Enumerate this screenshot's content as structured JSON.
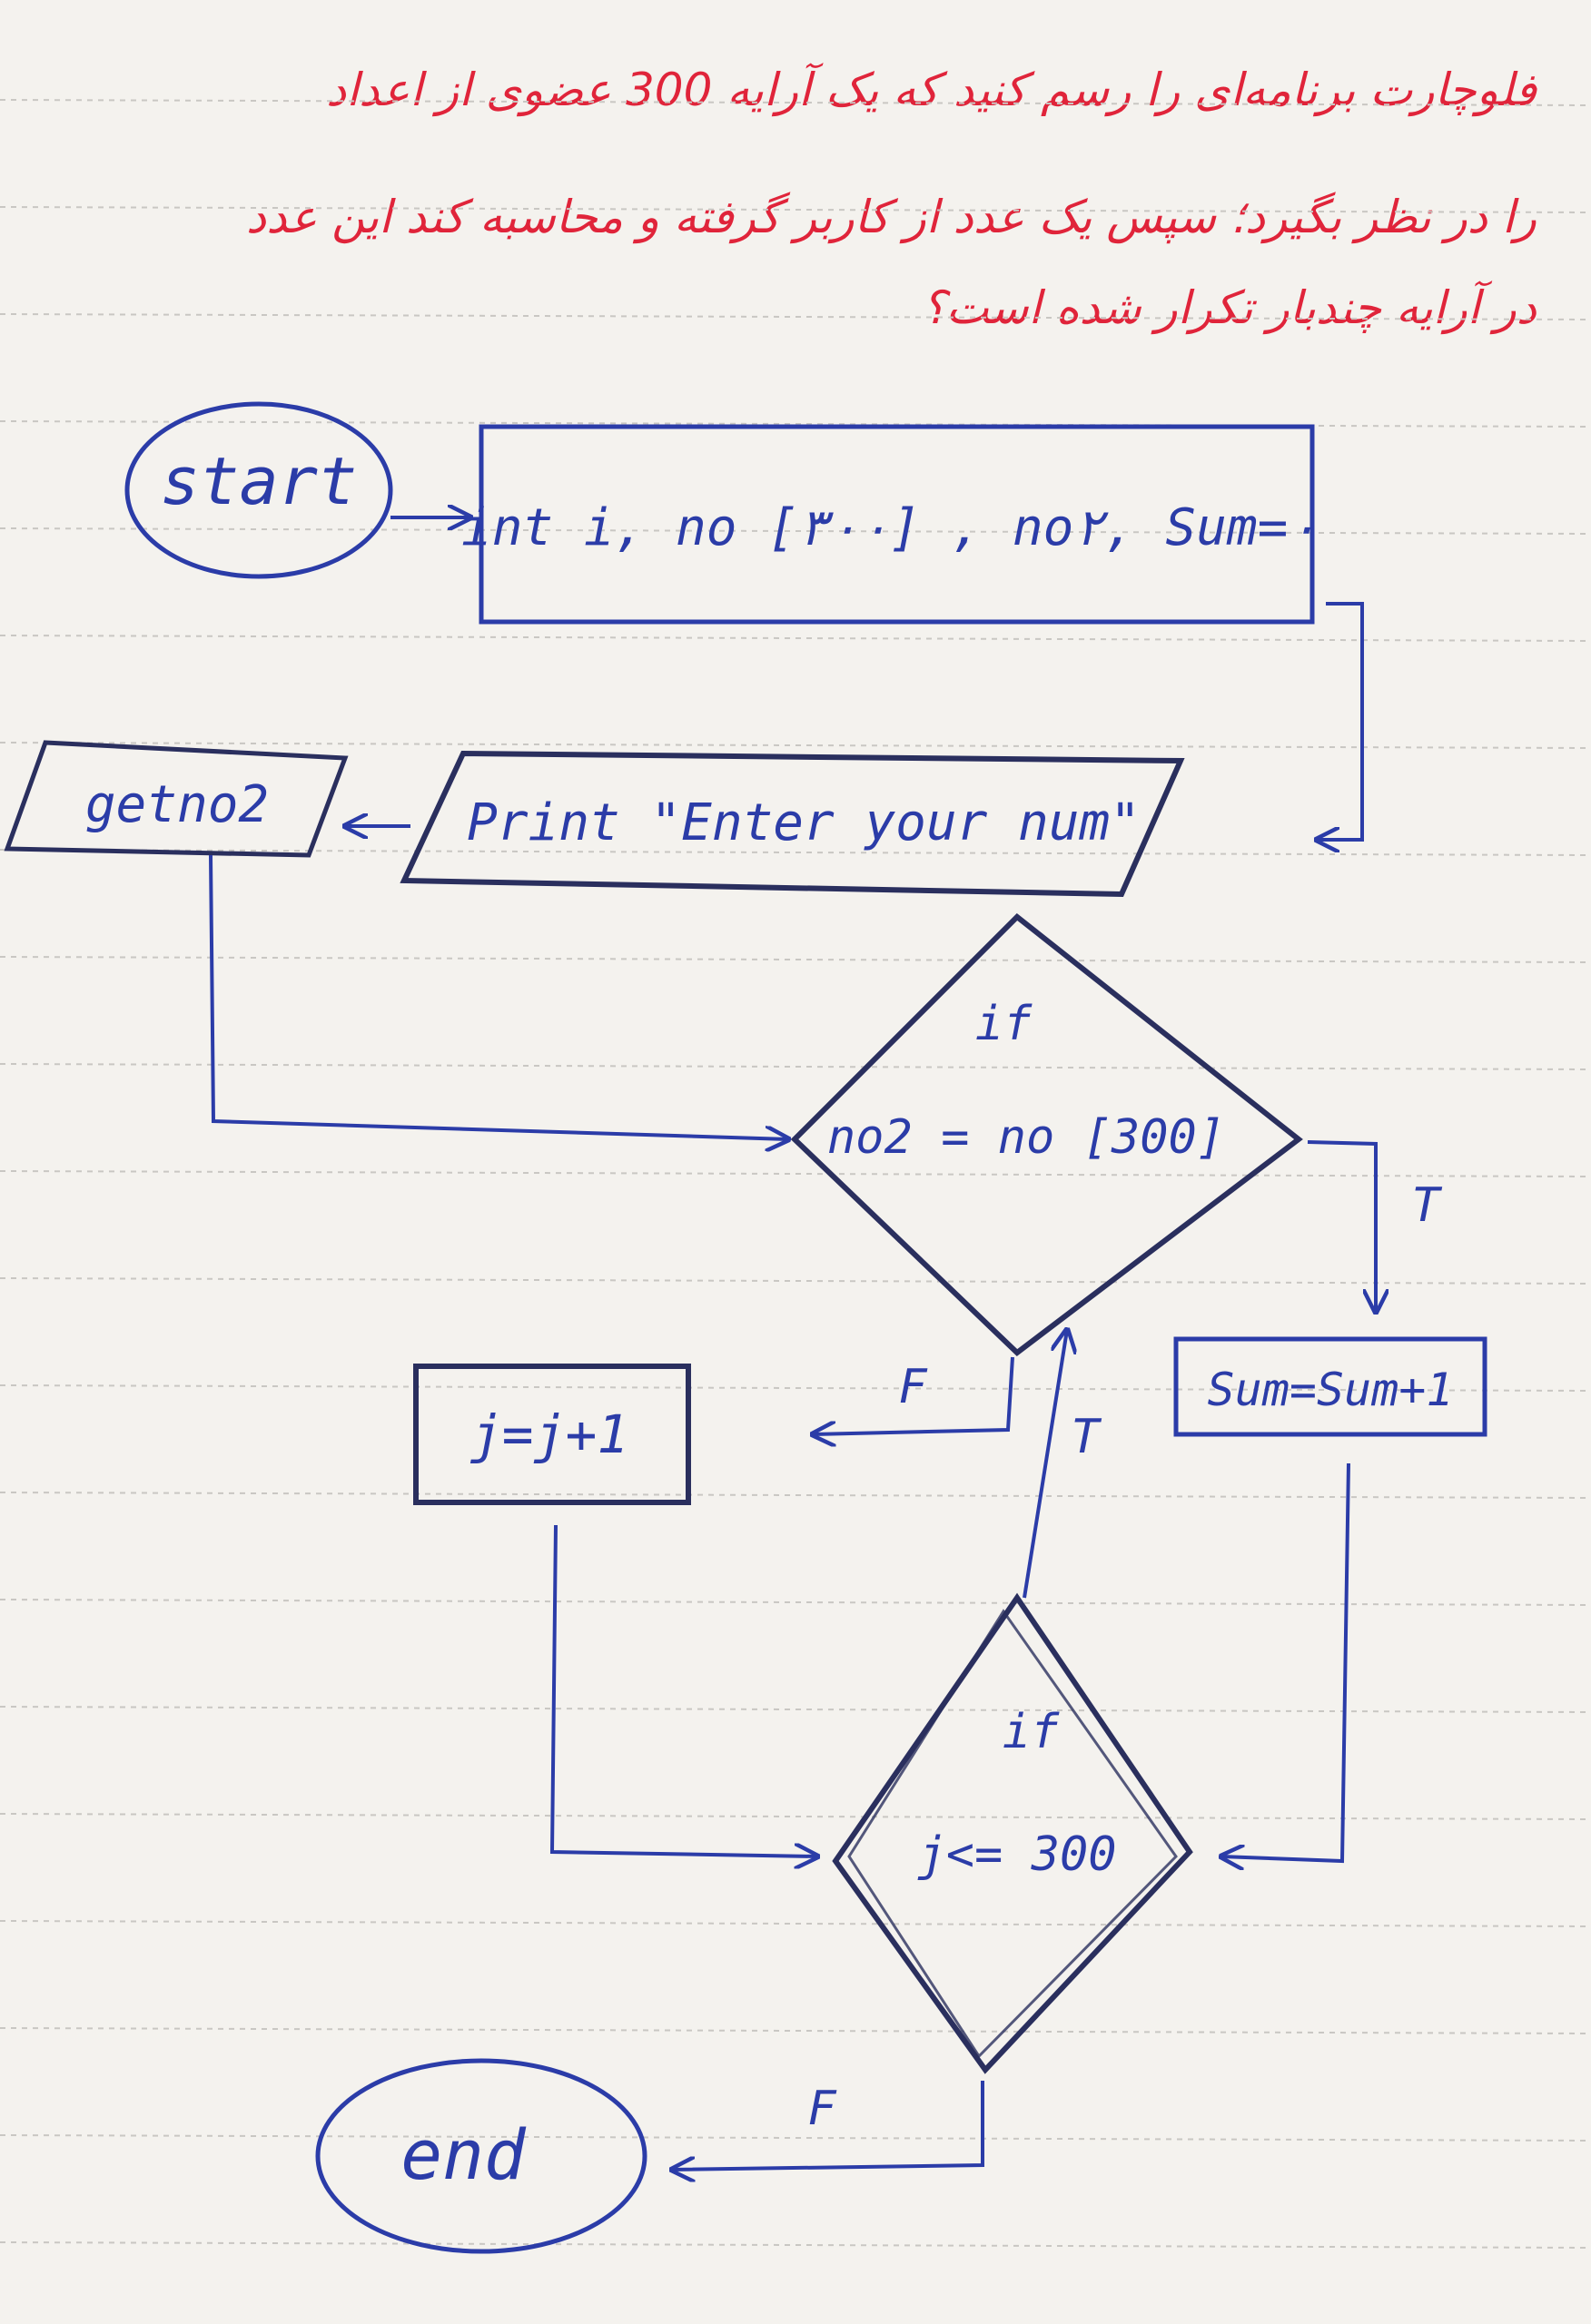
{
  "question": {
    "line1": "فلوچارت برنامه‌ای را رسم کنید که یک آرایه 300 عضوی از اعداد",
    "line2": "را در نظر بگیرد؛ سپس یک عدد از کاربر گرفته و محاسبه کند این عدد",
    "line3": "در آرایه چندبار تکرار شده است؟"
  },
  "flowchart": {
    "start": "start",
    "declare": "int i, no [۳۰۰] , no۲, Sum=۰",
    "print": "Print \"Enter your num\"",
    "get": "getno2",
    "cond1_if": "if",
    "cond1_expr": "no2 = no [300]",
    "label_true_1": "T",
    "sum_update": "Sum=Sum+1",
    "label_false_1": "F",
    "j_update": "j=j+1",
    "label_true_2": "T",
    "cond2_if": "if",
    "cond2_expr": "j<= 300",
    "label_false_2": "F",
    "end": "end"
  },
  "colors": {
    "paper": "#f4f2ee",
    "rule": "#c9c7c3",
    "question_ink": "#e0243a",
    "blue_ink": "#2b3ca8",
    "dark_ink": "#2a2f5e"
  }
}
